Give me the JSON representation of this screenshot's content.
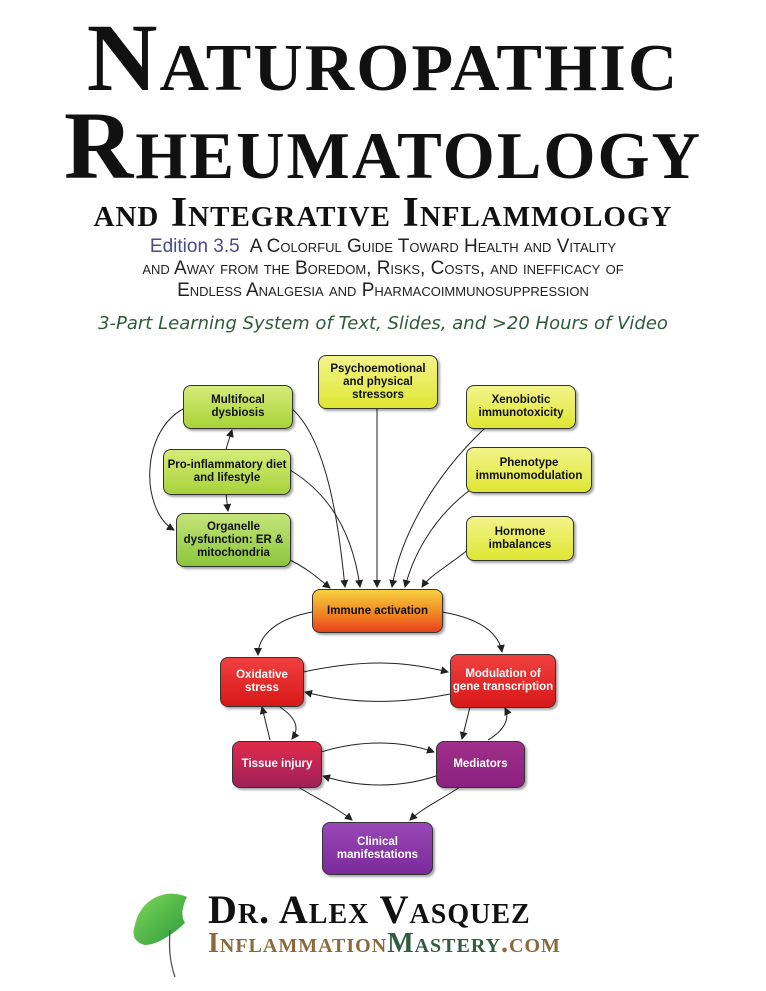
{
  "cover": {
    "title_line1": "Naturopathic",
    "title_line2": "Rheumatology",
    "title_line3": "and Integrative Inflammology",
    "edition": "Edition 3.5",
    "subtitle_line1": "A Colorful Guide Toward Health and Vitality",
    "subtitle_line2": "and Away from the Boredom, Risks, Costs, and inefficacy of",
    "subtitle_line3": "Endless Analgesia and Pharmacoimmunosuppression",
    "learning_system": "3-Part Learning System of Text, Slides, and >20 Hours of Video",
    "author": "Dr. Alex Vasquez",
    "website_part1": "Inflammation",
    "website_part2": "Mastery",
    "website_part3": ".com",
    "logo_icon": "ginkgo-leaf-icon"
  },
  "diagram": {
    "nodes": {
      "multifocal": "Multifocal dysbiosis",
      "psycho": "Psychoemotional and physical stressors",
      "xenobiotic": "Xenobiotic immunotoxicity",
      "proinflam": "Pro-inflammatory diet and lifestyle",
      "phenotype": "Phenotype immunomodulation",
      "organelle": "Organelle dysfunction: ER & mitochondria",
      "hormone": "Hormone imbalances",
      "immune": "Immune activation",
      "oxidative": "Oxidative stress",
      "modulation": "Modulation of gene transcription",
      "tissue": "Tissue injury",
      "mediators": "Mediators",
      "clinical": "Clinical manifestations"
    }
  },
  "colors": {
    "website_brown": "#8a6a3a",
    "website_green": "#2e5e3e",
    "edition": "#4a4a8a",
    "learning": "#2f5a3a"
  }
}
